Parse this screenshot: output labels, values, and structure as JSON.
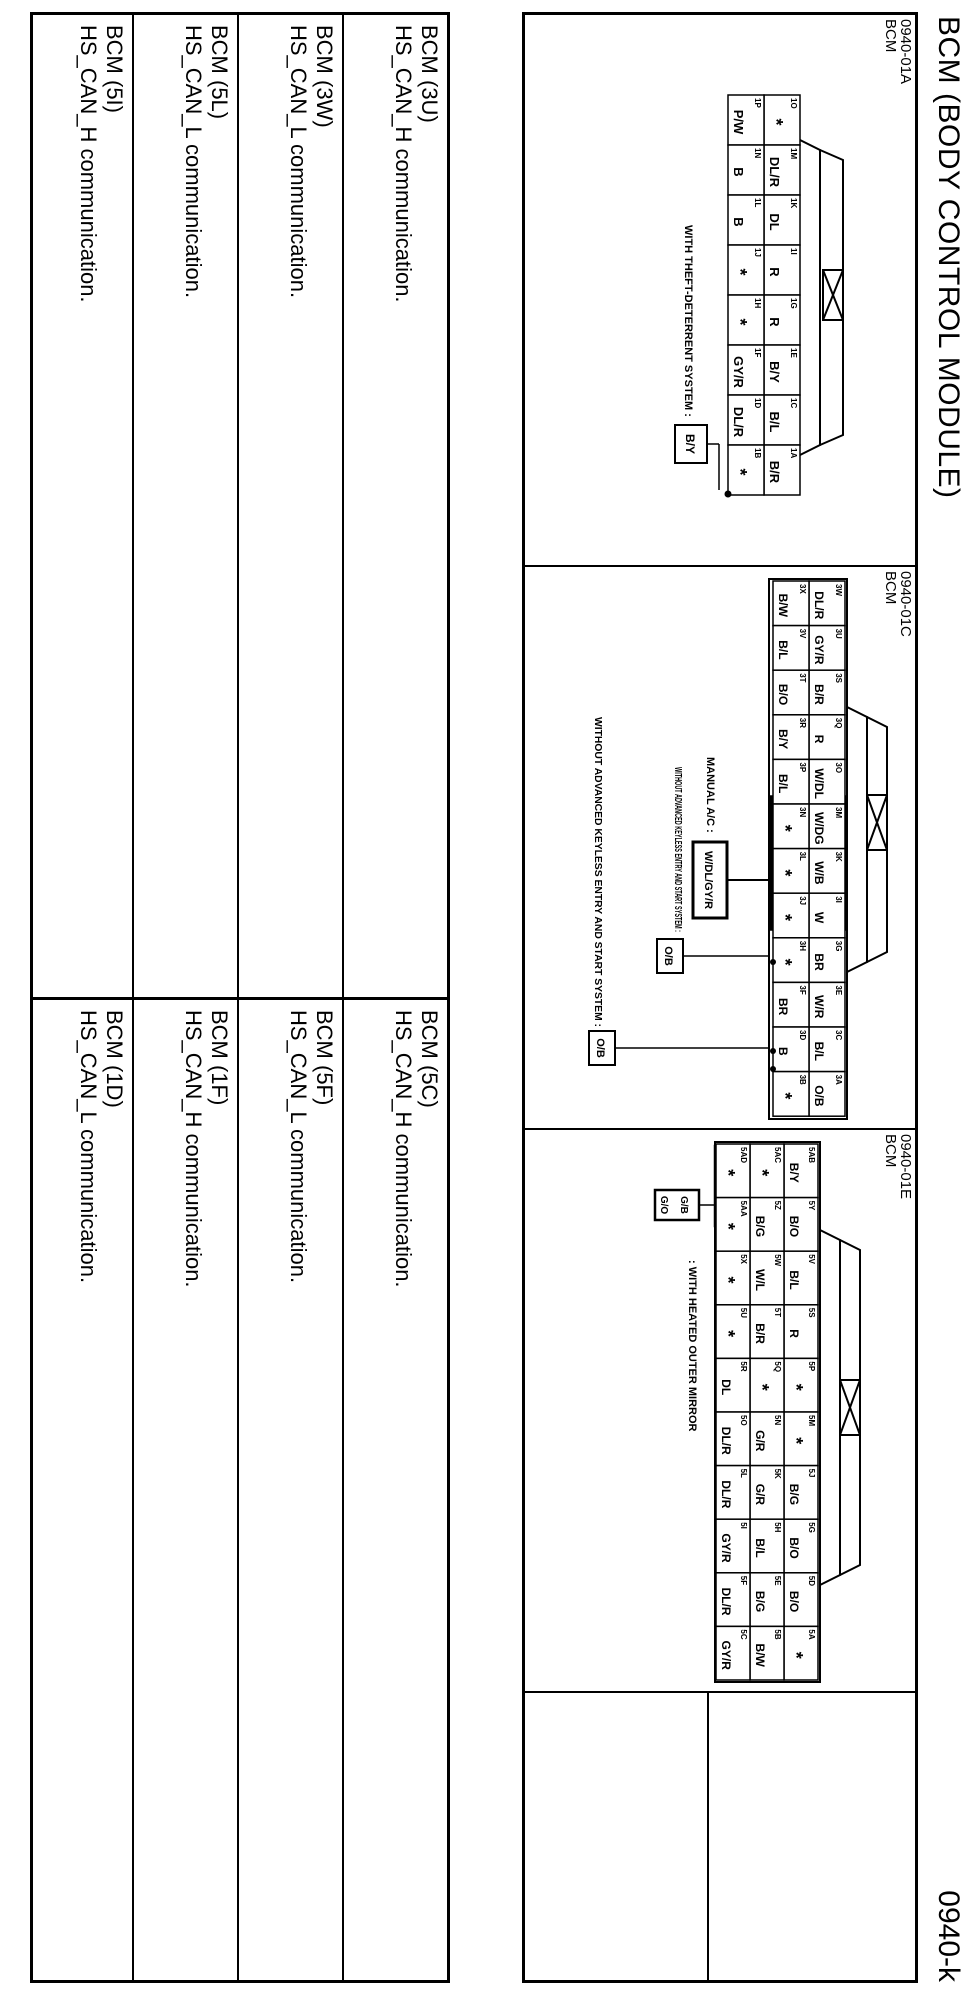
{
  "title": "BCM (BODY CONTROL MODULE)",
  "page_code": "0940-k",
  "connectors": [
    {
      "code": "0940-01A",
      "name": "BCM",
      "pins_top": [
        {
          "id": "1O",
          "w": "*"
        },
        {
          "id": "1M",
          "w": "DL/R"
        },
        {
          "id": "1K",
          "w": "DL"
        },
        {
          "id": "1I",
          "w": "R"
        },
        {
          "id": "1G",
          "w": "R"
        },
        {
          "id": "1E",
          "w": "B/Y"
        },
        {
          "id": "1C",
          "w": "B/L"
        },
        {
          "id": "1A",
          "w": "B/R"
        }
      ],
      "pins_bottom": [
        {
          "id": "1P",
          "w": "P/W"
        },
        {
          "id": "1N",
          "w": "B"
        },
        {
          "id": "1L",
          "w": "B"
        },
        {
          "id": "1J",
          "w": "*"
        },
        {
          "id": "1H",
          "w": "*"
        },
        {
          "id": "1F",
          "w": "GY/R"
        },
        {
          "id": "1D",
          "w": "DL/R"
        },
        {
          "id": "1B",
          "w": "*"
        }
      ],
      "notes": [
        {
          "label": "WITH THEFT-DETERRENT SYSTEM :",
          "value": "B/Y"
        }
      ]
    },
    {
      "code": "0940-01C",
      "name": "BCM",
      "pins_row1": [
        {
          "id": "3W",
          "w": "DL/R"
        },
        {
          "id": "3U",
          "w": "GY/R"
        },
        {
          "id": "3S",
          "w": "B/R"
        },
        {
          "id": "3Q",
          "w": "R"
        },
        {
          "id": "3O",
          "w": "W/DL"
        },
        {
          "id": "3M",
          "w": "W/DG"
        },
        {
          "id": "3K",
          "w": "W/B"
        },
        {
          "id": "3I",
          "w": "W"
        },
        {
          "id": "3G",
          "w": "BR"
        },
        {
          "id": "3E",
          "w": "W/R"
        },
        {
          "id": "3C",
          "w": "B/L"
        },
        {
          "id": "3A",
          "w": "O/B"
        }
      ],
      "pins_row2": [
        {
          "id": "3X",
          "w": "B/W"
        },
        {
          "id": "3V",
          "w": "B/L"
        },
        {
          "id": "3T",
          "w": "B/O"
        },
        {
          "id": "3R",
          "w": "B/Y"
        },
        {
          "id": "3P",
          "w": "B/L"
        },
        {
          "id": "3N",
          "w": "*"
        },
        {
          "id": "3L",
          "w": "*"
        },
        {
          "id": "3J",
          "w": "*"
        },
        {
          "id": "3H",
          "w": "*"
        },
        {
          "id": "3F",
          "w": "BR"
        },
        {
          "id": "3D",
          "w": "B"
        },
        {
          "id": "3B",
          "w": "*"
        }
      ],
      "notes": [
        {
          "label": "MANUAL A/C :",
          "value": "W/DL/GY/R"
        },
        {
          "label": "WITHOUT ADVANCED KEYLESS ENTRY AND START SYSTEM :",
          "value": "O/B"
        },
        {
          "label": "WITHOUT ADVANCED KEYLESS ENTRY AND START SYSTEM :",
          "value": "O/B"
        }
      ]
    },
    {
      "code": "0940-01E",
      "name": "BCM",
      "pins_row1": [
        {
          "id": "5AB",
          "w": "B/Y"
        },
        {
          "id": "5Y",
          "w": "B/O"
        },
        {
          "id": "5V",
          "w": "B/L"
        },
        {
          "id": "5S",
          "w": "R"
        },
        {
          "id": "5P",
          "w": "*"
        },
        {
          "id": "5M",
          "w": "*"
        },
        {
          "id": "5J",
          "w": "B/G"
        },
        {
          "id": "5G",
          "w": "B/O"
        },
        {
          "id": "5D",
          "w": "B/O"
        },
        {
          "id": "5A",
          "w": "*"
        }
      ],
      "pins_row2": [
        {
          "id": "5AC",
          "w": "*"
        },
        {
          "id": "5Z",
          "w": "B/G"
        },
        {
          "id": "5W",
          "w": "W/L"
        },
        {
          "id": "5T",
          "w": "B/R"
        },
        {
          "id": "5Q",
          "w": "*"
        },
        {
          "id": "5N",
          "w": "G/R"
        },
        {
          "id": "5K",
          "w": "G/R"
        },
        {
          "id": "5H",
          "w": "B/L"
        },
        {
          "id": "5E",
          "w": "B/G"
        },
        {
          "id": "5B",
          "w": "B/W"
        }
      ],
      "pins_row3": [
        {
          "id": "5AD",
          "w": "*"
        },
        {
          "id": "5AA",
          "w": "*"
        },
        {
          "id": "5X",
          "w": "*"
        },
        {
          "id": "5U",
          "w": "*"
        },
        {
          "id": "5R",
          "w": "DL"
        },
        {
          "id": "5O",
          "w": "DL/R"
        },
        {
          "id": "5L",
          "w": "DL/R"
        },
        {
          "id": "5I",
          "w": "GY/R"
        },
        {
          "id": "5F",
          "w": "DL/R"
        },
        {
          "id": "5C",
          "w": "GY/R"
        }
      ],
      "notes": [
        {
          "label": ": WITH HEATED OUTER MIRROR",
          "value": "G/B",
          "value2": "G/O"
        }
      ]
    }
  ],
  "descriptions": [
    {
      "id": "BCM (3U)",
      "text": "HS_CAN_H communication."
    },
    {
      "id": "BCM (3W)",
      "text": "HS_CAN_L communication."
    },
    {
      "id": "BCM (5L)",
      "text": "HS_CAN_L communication."
    },
    {
      "id": "BCM (5I)",
      "text": "HS_CAN_H communication."
    },
    {
      "id": "BCM (5C)",
      "text": "HS_CAN_H communication."
    },
    {
      "id": "BCM (5F)",
      "text": "HS_CAN_L communication."
    },
    {
      "id": "BCM (1F)",
      "text": "HS_CAN_H communication."
    },
    {
      "id": "BCM (1D)",
      "text": "HS_CAN_L communication."
    }
  ]
}
